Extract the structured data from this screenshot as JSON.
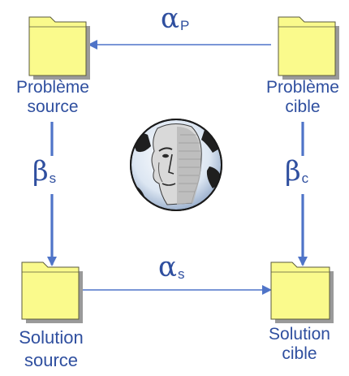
{
  "nodes": {
    "problem_source": {
      "line1": "Problème",
      "line2": "source"
    },
    "problem_target": {
      "line1": "Problème",
      "line2": "cible"
    },
    "solution_source": {
      "line1": "Solution",
      "line2": "source"
    },
    "solution_target": {
      "line1": "Solution",
      "line2": "cible"
    }
  },
  "relations": {
    "alpha_p": {
      "symbol": "α",
      "subscript": "P"
    },
    "alpha_s": {
      "symbol": "α",
      "subscript": "s"
    },
    "beta_s": {
      "symbol": "β",
      "subscript": "s"
    },
    "beta_c": {
      "symbol": "β",
      "subscript": "c"
    }
  },
  "colors": {
    "folder_fill": "#fafa8c",
    "folder_stroke": "#5a5a3c",
    "folder_shadow": "#9a9a9a",
    "arrow": "#4f74c8",
    "label": "#2f4f9f"
  },
  "center_image": {
    "icon": "face-globe-illustration"
  }
}
